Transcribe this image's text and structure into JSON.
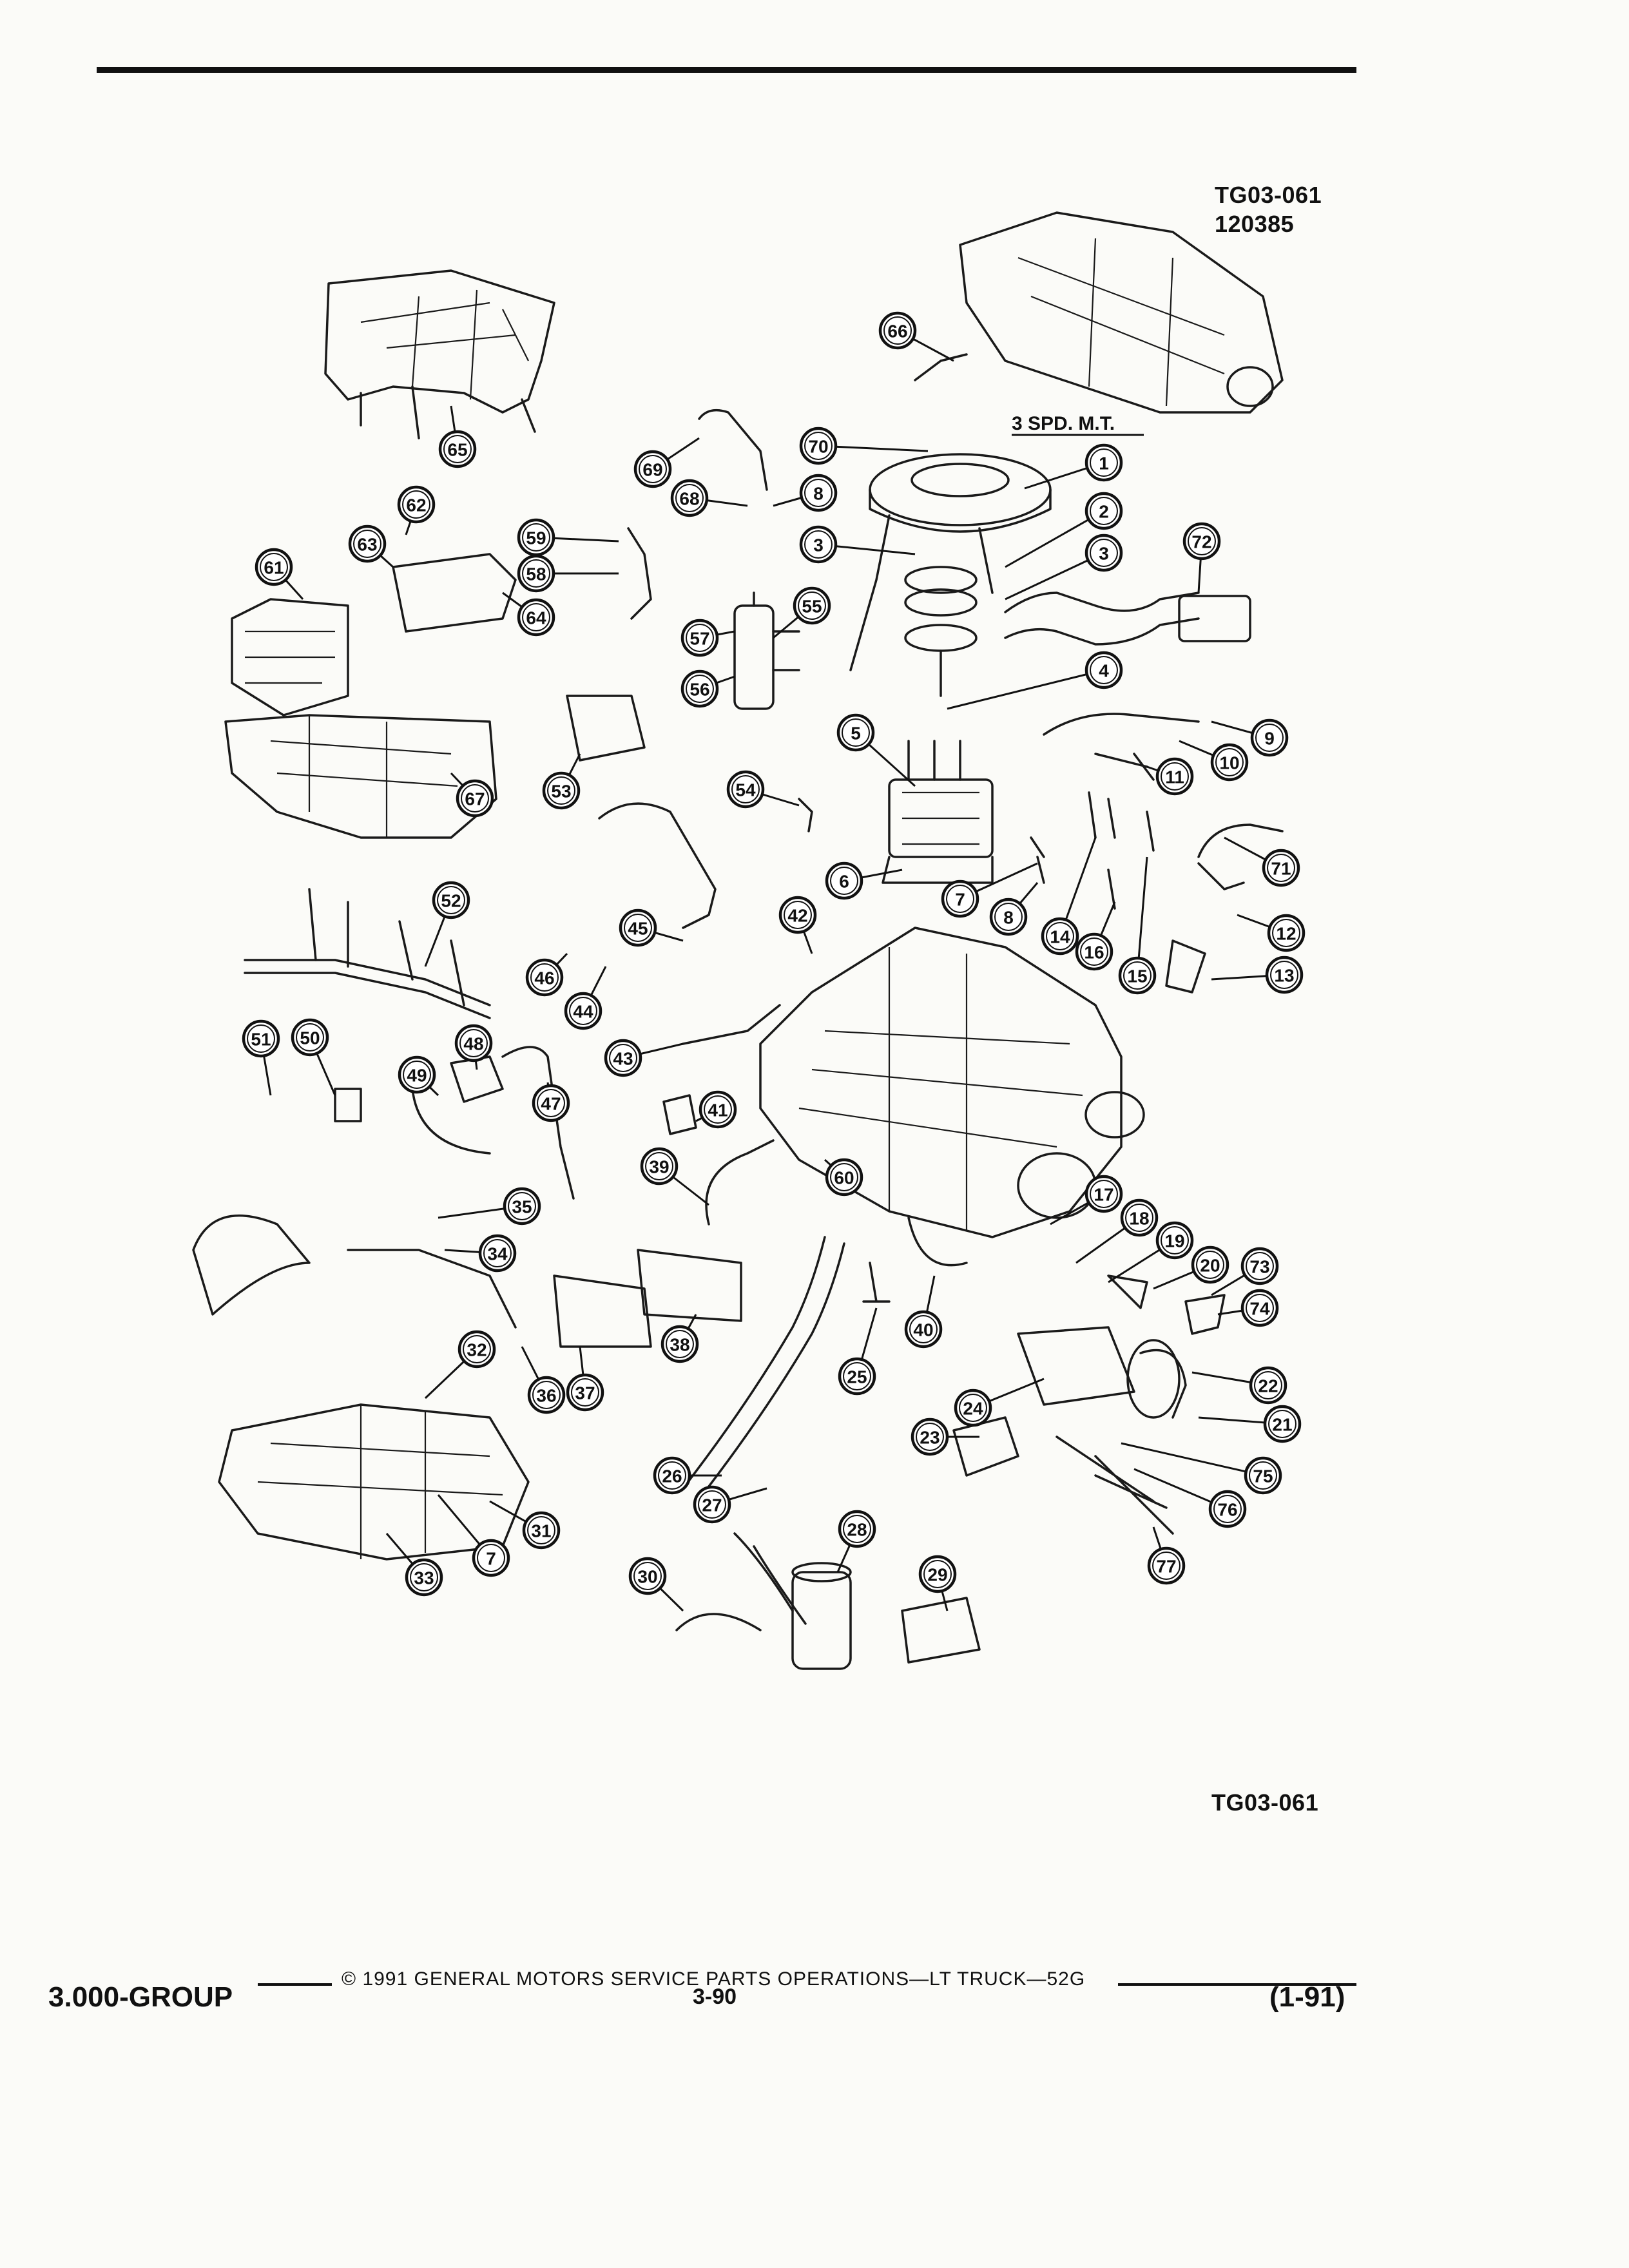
{
  "header": {
    "figure_id": "TG03-061",
    "figure_code": "120385"
  },
  "diagram": {
    "transmission_label": "3 SPD. M.T.",
    "callouts": [
      "1",
      "2",
      "3",
      "3",
      "4",
      "5",
      "6",
      "7",
      "7",
      "8",
      "8",
      "9",
      "10",
      "11",
      "12",
      "13",
      "14",
      "15",
      "16",
      "17",
      "18",
      "19",
      "20",
      "21",
      "22",
      "23",
      "24",
      "25",
      "26",
      "27",
      "28",
      "29",
      "30",
      "31",
      "32",
      "33",
      "34",
      "35",
      "36",
      "37",
      "38",
      "39",
      "40",
      "41",
      "42",
      "43",
      "44",
      "45",
      "46",
      "47",
      "48",
      "49",
      "50",
      "51",
      "52",
      "53",
      "54",
      "55",
      "56",
      "57",
      "58",
      "59",
      "60",
      "61",
      "62",
      "63",
      "64",
      "65",
      "66",
      "67",
      "68",
      "69",
      "70",
      "71",
      "72",
      "73",
      "74",
      "75",
      "76",
      "77"
    ]
  },
  "figure_footer_id": "TG03-061",
  "footer": {
    "copyright": "© 1991 GENERAL MOTORS SERVICE PARTS OPERATIONS—LT TRUCK—52G",
    "group": "3.000-GROUP",
    "page": "3-90",
    "date": "(1-91)"
  }
}
